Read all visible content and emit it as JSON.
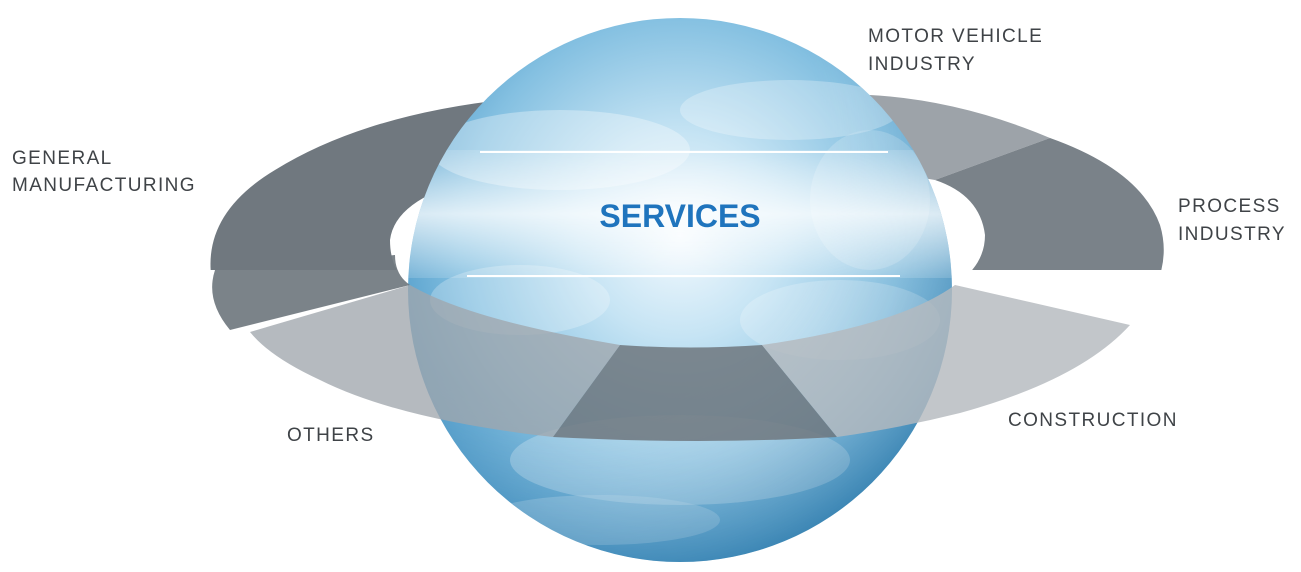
{
  "diagram": {
    "center_label": "SERVICES",
    "segments": [
      {
        "id": "general-manufacturing",
        "lines": [
          "GENERAL",
          "MANUFACTURING"
        ]
      },
      {
        "id": "motor-vehicle-industry",
        "lines": [
          "MOTOR VEHICLE",
          "INDUSTRY"
        ]
      },
      {
        "id": "process-industry",
        "lines": [
          "PROCESS",
          "INDUSTRY"
        ]
      },
      {
        "id": "construction",
        "lines": [
          "CONSTRUCTION"
        ]
      },
      {
        "id": "others",
        "lines": [
          "OTHERS"
        ]
      }
    ],
    "colors": {
      "center_label": "#1f74bd",
      "label_text": "#3f4347",
      "ring_dark": "#6e767d",
      "ring_medium": "#8c949b",
      "ring_light": "#a7adb2",
      "ring_lighter": "#b8bdc1",
      "globe_light": "#e6f3fb",
      "globe_mid": "#86c3e3",
      "globe_dark": "#3f93c4"
    }
  }
}
